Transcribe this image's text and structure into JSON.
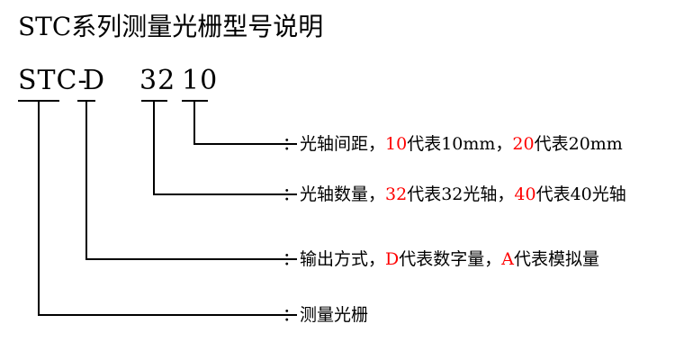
{
  "title": "STC系列测量光栅型号说明",
  "code": {
    "prefix": "STC-",
    "type_letter": "D",
    "axis_count": "32",
    "spacing": "10"
  },
  "descriptions": [
    {
      "name": "spacing",
      "parts": [
        {
          "text": "：光轴间距，",
          "red": false
        },
        {
          "text": "10",
          "red": true
        },
        {
          "text": "代表10mm，",
          "red": false
        },
        {
          "text": "20",
          "red": true
        },
        {
          "text": "代表20mm",
          "red": false
        }
      ]
    },
    {
      "name": "axis-count",
      "parts": [
        {
          "text": "：光轴数量，",
          "red": false
        },
        {
          "text": "32",
          "red": true
        },
        {
          "text": "代表32光轴，",
          "red": false
        },
        {
          "text": "40",
          "red": true
        },
        {
          "text": "代表40光轴",
          "red": false
        }
      ]
    },
    {
      "name": "output-mode",
      "parts": [
        {
          "text": "：输出方式，",
          "red": false
        },
        {
          "text": "D",
          "red": true
        },
        {
          "text": "代表数字量，",
          "red": false
        },
        {
          "text": "A",
          "red": true
        },
        {
          "text": "代表模拟量",
          "red": false
        }
      ]
    },
    {
      "name": "product",
      "parts": [
        {
          "text": "：测量光栅",
          "red": false
        }
      ]
    }
  ],
  "colors": {
    "highlight": "#ff0000",
    "text": "#000000",
    "lines": "#000000"
  }
}
